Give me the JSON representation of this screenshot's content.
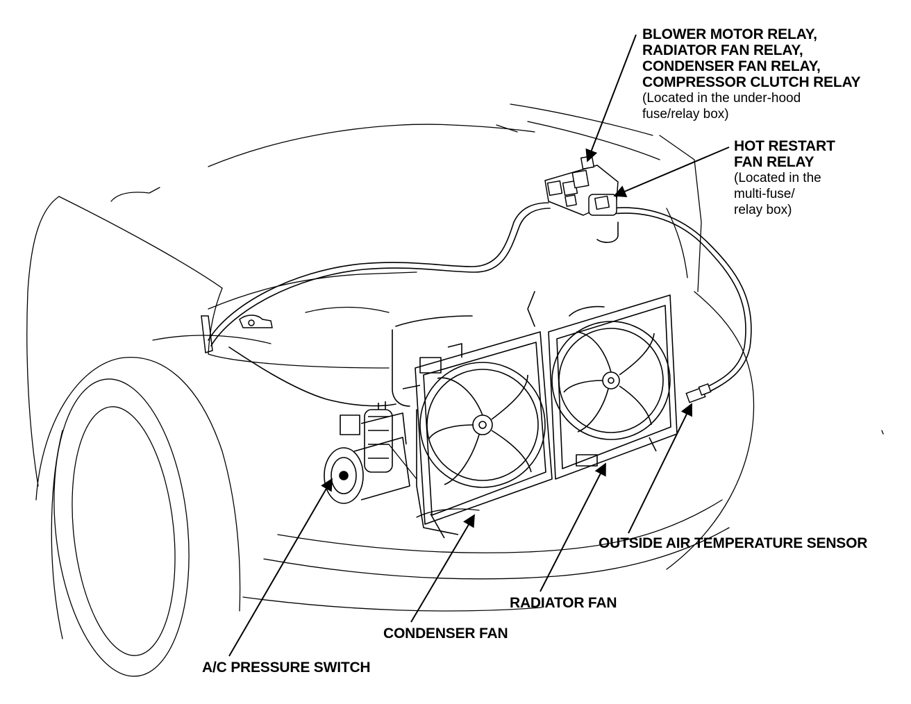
{
  "labels": {
    "relays": {
      "lines": [
        "BLOWER MOTOR RELAY,",
        "RADIATOR FAN RELAY,",
        "CONDENSER FAN RELAY,",
        "COMPRESSOR CLUTCH RELAY"
      ],
      "note": [
        "(Located in the under-hood",
        "fuse/relay box)"
      ]
    },
    "hot_restart": {
      "lines": [
        "HOT RESTART",
        "FAN RELAY"
      ],
      "note": [
        "(Located in the",
        "multi-fuse/",
        "relay box)"
      ]
    },
    "outside_air_sensor": "OUTSIDE AIR TEMPERATURE SENSOR",
    "radiator_fan": "RADIATOR FAN",
    "condenser_fan": "CONDENSER FAN",
    "ac_pressure_switch": "A/C PRESSURE SWITCH"
  }
}
